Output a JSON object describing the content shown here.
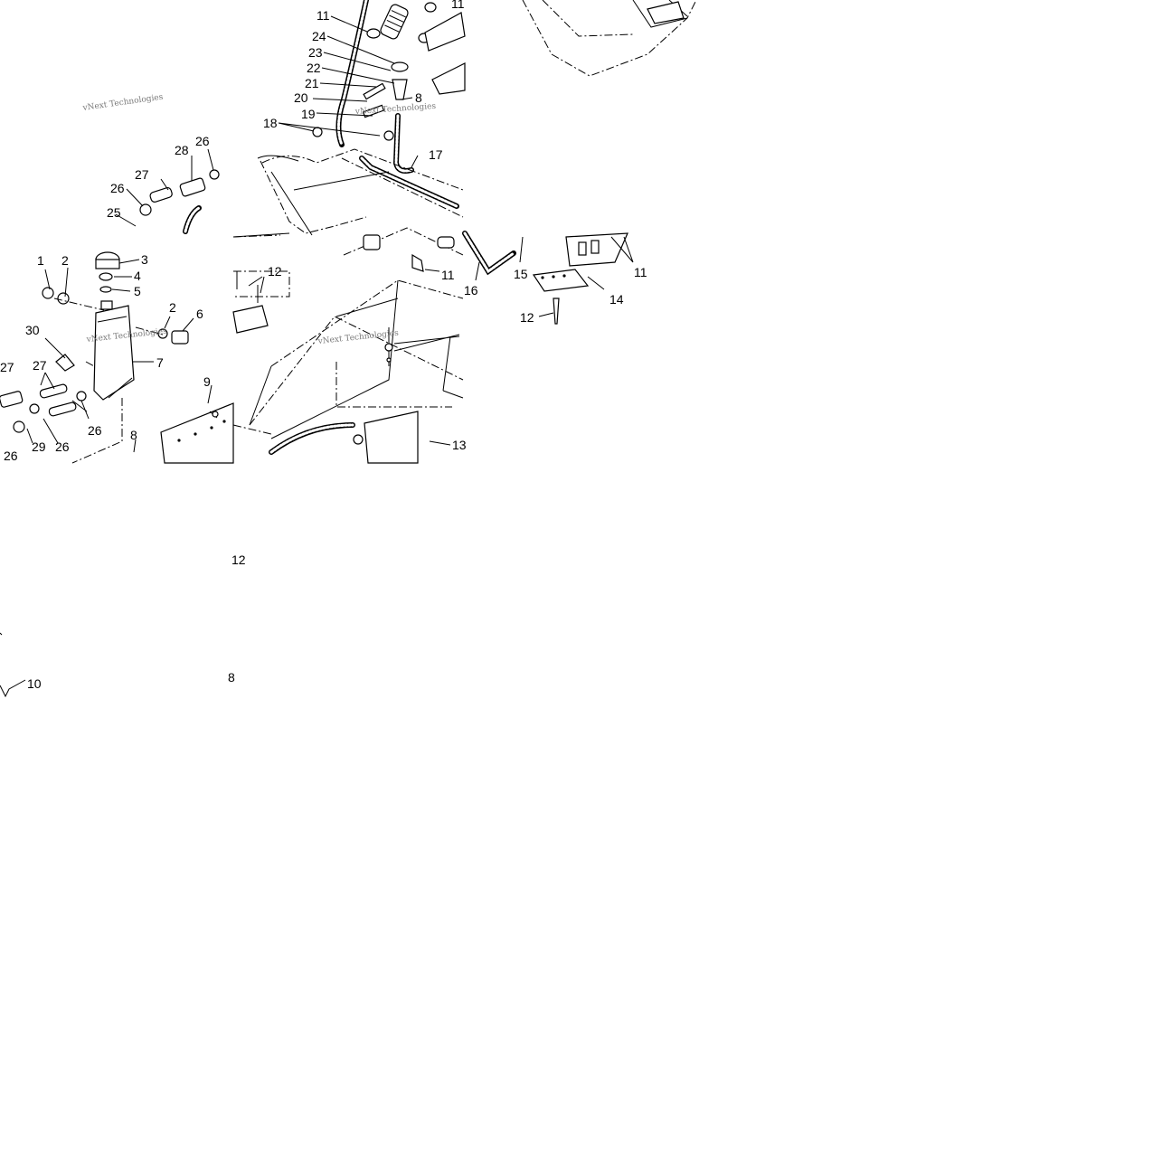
{
  "watermark": "vNext Technologies",
  "callouts": [
    "1",
    "2",
    "3",
    "4",
    "5",
    "2",
    "6",
    "30",
    "27",
    "7",
    "27",
    "9",
    "26",
    "26",
    "29",
    "26",
    "8",
    "10",
    "28",
    "26",
    "27",
    "26",
    "25",
    "11",
    "24",
    "23",
    "22",
    "21",
    "20",
    "19",
    "18",
    "8",
    "17",
    "11",
    "12",
    "11",
    "13",
    "16",
    "15",
    "14",
    "11",
    "12",
    "12",
    "8"
  ]
}
